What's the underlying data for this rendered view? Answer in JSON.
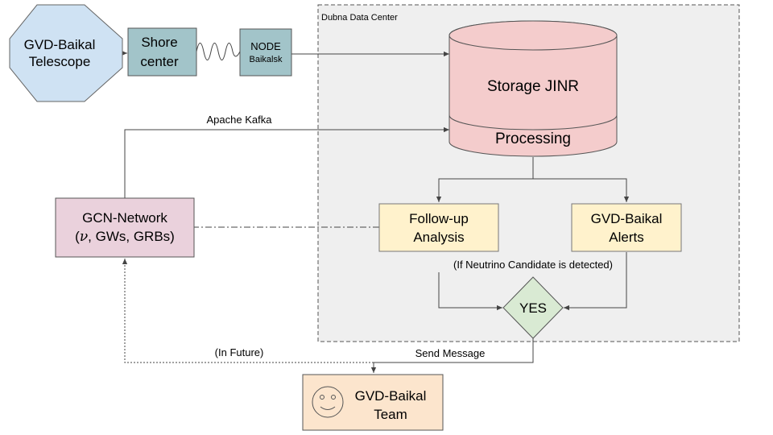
{
  "data_center": {
    "label": "Dubna Data Center"
  },
  "telescope": {
    "line1": "GVD-Baikal",
    "line2": "Telescope"
  },
  "shore": {
    "line1": "Shore",
    "line2": "center"
  },
  "node": {
    "line1": "NODE",
    "line2": "Baikalsk"
  },
  "storage": {
    "label": "Storage JINR",
    "processing": "Processing"
  },
  "kafka": {
    "label": "Apache Kafka"
  },
  "gcn": {
    "line1": "GCN-Network",
    "line2_prefix": "(",
    "nu": "ν",
    "line2_suffix": ", GWs, GRBs)"
  },
  "followup": {
    "line1": "Follow-up",
    "line2": "Analysis"
  },
  "alerts": {
    "line1": "GVD-Baikal",
    "line2": "Alerts"
  },
  "condition": {
    "label": "(If Neutrino Candidate is detected)"
  },
  "decision": {
    "label": "YES"
  },
  "future": {
    "label": "(In Future)"
  },
  "send": {
    "label": "Send Message"
  },
  "team": {
    "line1": "GVD-Baikal",
    "line2": "Team",
    "icon": "smiley-icon"
  },
  "colors": {
    "telescope_fill": "#cfe2f3",
    "node_fill": "#a2c4c9",
    "storage_fill": "#f4cccc",
    "gcn_fill": "#ead1dc",
    "box_fill": "#fff2cc",
    "decision_fill": "#d9ead3",
    "team_fill": "#fce5cd",
    "datacenter_fill": "#efefef"
  }
}
